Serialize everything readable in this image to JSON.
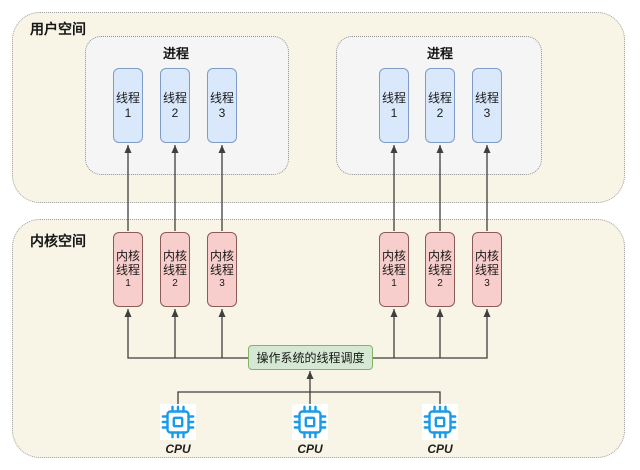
{
  "user_space": {
    "label": "用户空间",
    "processes": [
      {
        "label": "进程",
        "threads": [
          {
            "name": "线程",
            "num": "1"
          },
          {
            "name": "线程",
            "num": "2"
          },
          {
            "name": "线程",
            "num": "3"
          }
        ]
      },
      {
        "label": "进程",
        "threads": [
          {
            "name": "线程",
            "num": "1"
          },
          {
            "name": "线程",
            "num": "2"
          },
          {
            "name": "线程",
            "num": "3"
          }
        ]
      }
    ]
  },
  "kernel_space": {
    "label": "内核空间",
    "kernel_thread_groups": [
      {
        "threads": [
          {
            "line1": "内核",
            "line2": "线程",
            "num": "1"
          },
          {
            "line1": "内核",
            "line2": "线程",
            "num": "2"
          },
          {
            "line1": "内核",
            "line2": "线程",
            "num": "3"
          }
        ]
      },
      {
        "threads": [
          {
            "line1": "内核",
            "line2": "线程",
            "num": "1"
          },
          {
            "line1": "内核",
            "line2": "线程",
            "num": "2"
          },
          {
            "line1": "内核",
            "line2": "线程",
            "num": "3"
          }
        ]
      }
    ],
    "scheduler_label": "操作系统的线程调度",
    "cpus": [
      {
        "label": "CPU"
      },
      {
        "label": "CPU"
      },
      {
        "label": "CPU"
      }
    ]
  },
  "colors": {
    "canvas_bg": "#FFFFFF",
    "space_fill": "#F8F4E6",
    "space_border": "#9E9E9E",
    "process_fill": "#F5F5F5",
    "thread_fill": "#DAE8FC",
    "thread_border": "#7E9CC6",
    "kernel_thread_fill": "#F8CECC",
    "kernel_thread_border": "#8C5A57",
    "scheduler_fill": "#D5E8D4",
    "scheduler_border": "#82B366",
    "cpu_icon_blue": "#1A9BE8",
    "line": "#3F3F3F"
  }
}
